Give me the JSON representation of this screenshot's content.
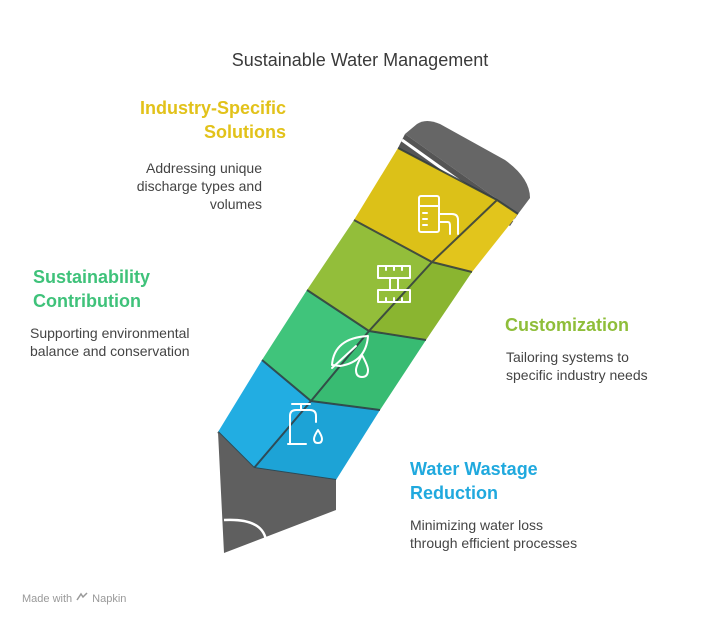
{
  "title": "Sustainable Water Management",
  "sections": [
    {
      "heading": "Industry-Specific Solutions",
      "heading_lines": [
        "Industry-Specific",
        "Solutions"
      ],
      "description_lines": [
        "Addressing unique",
        "discharge types and",
        "volumes"
      ],
      "color": "#E2C21A",
      "icon": "factory-pipe-icon"
    },
    {
      "heading": "Customization",
      "heading_lines": [
        "Customization"
      ],
      "description_lines": [
        "Tailoring systems to",
        "specific industry needs"
      ],
      "color": "#8FBE3A",
      "icon": "measuring-tape-icon"
    },
    {
      "heading": "Sustainability Contribution",
      "heading_lines": [
        "Sustainability",
        "Contribution"
      ],
      "description_lines": [
        "Supporting environmental",
        "balance and conservation"
      ],
      "color": "#3FC27A",
      "icon": "leaf-drop-icon"
    },
    {
      "heading": "Water Wastage Reduction",
      "heading_lines": [
        "Water Wastage",
        "Reduction"
      ],
      "description_lines": [
        "Minimizing water loss",
        "through efficient processes"
      ],
      "color": "#20A9DE",
      "icon": "faucet-drop-icon"
    }
  ],
  "colors": {
    "eraser": "#666666",
    "tip": "#5f5f5f",
    "band_light_yellow": "#E2C21A",
    "band_dark_yellow": "#D8B80E",
    "band_light_green": "#9AC545",
    "band_dark_green": "#8AB532",
    "band_light_emerald": "#45C880",
    "band_dark_emerald": "#36BB72",
    "band_light_blue": "#22AEE3",
    "band_dark_blue": "#1C9FD1"
  },
  "footer": {
    "made_with": "Made with",
    "brand": "Napkin"
  }
}
